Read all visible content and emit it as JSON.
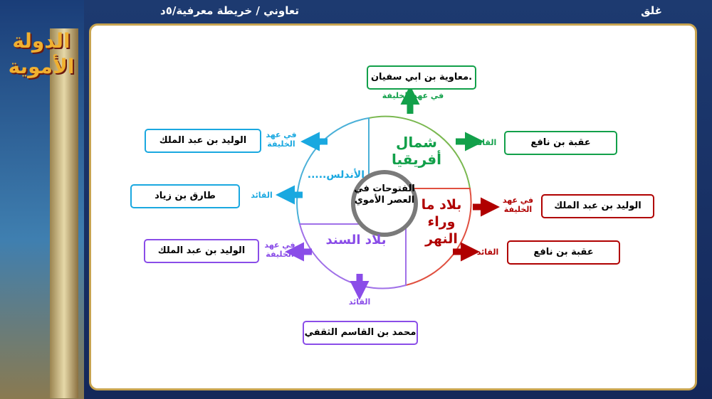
{
  "header": {
    "title": "تعاوني / خريطة معرفية/٥د",
    "close": "غلق"
  },
  "sidebar": {
    "title": "الدولة الأموية"
  },
  "center": "الفتوحات في العصر الأموي",
  "colors": {
    "green": "#12a04a",
    "blue": "#1aa8e0",
    "red": "#b00000",
    "purple": "#8a4de8"
  },
  "regions": {
    "north_africa": {
      "name": "شمال أفريقيا",
      "caliph_label": "في عهد الخليفة",
      "caliph": ".معاوية بن ابي سفيان",
      "leader_label": "القائد",
      "leader": "عقبة بن نافع"
    },
    "andalus": {
      "name": "الأندلس.....",
      "caliph_label": "في عهد الخليفة",
      "caliph": "الوليد بن عبد الملك",
      "leader_label": "القائد",
      "leader": "طارق بن زياد"
    },
    "transoxiana": {
      "name": "بلاد ما وراء النهر",
      "caliph_label": "في عهد الخليفة",
      "caliph": "الوليد بن عبد الملك",
      "leader_label": "القائد",
      "leader": "عقبة بن نافع"
    },
    "sind": {
      "name": "بلاد السند",
      "caliph_label": "في عهد الخليفة",
      "caliph": "الوليد بن عبد الملك",
      "leader_label": "القائد",
      "leader": "محمد بن القاسم الثقفي"
    }
  }
}
